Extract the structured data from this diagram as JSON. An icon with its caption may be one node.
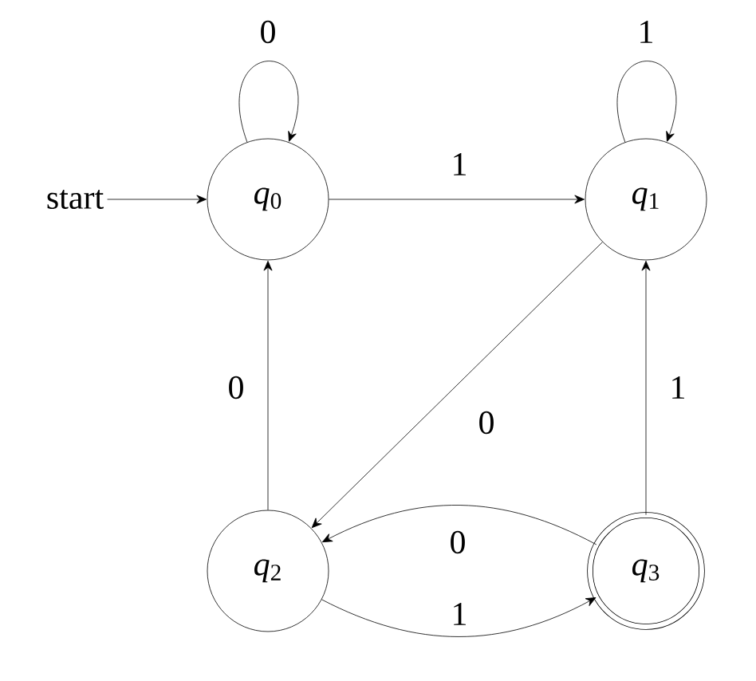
{
  "diagram": {
    "nodes": [
      {
        "text": [
          "start"
        ]
      },
      {
        "text": [
          "*q*$_{0}$"
        ]
      },
      {
        "text": [
          "*q*$_{1}$"
        ]
      },
      {
        "text": [
          "*q*$_{2}$"
        ]
      },
      {
        "text": [
          "*q*$_{3}$"
        ]
      }
    ],
    "edges": [
      {
        "from": 0,
        "to": 1,
        "arrow": "to"
      },
      {
        "from": 1,
        "to": 1,
        "arrow": "to",
        "label": "0"
      },
      {
        "from": 2,
        "to": 2,
        "arrow": "to",
        "label": "1"
      },
      {
        "from": 1,
        "to": 2,
        "arrow": "to",
        "label": "1"
      },
      {
        "from": 2,
        "to": 3,
        "arrow": "to",
        "label": "0"
      },
      {
        "from": 3,
        "to": 1,
        "arrow": "to",
        "label": "0"
      },
      {
        "from": 4,
        "to": 2,
        "arrow": "to",
        "label": "1"
      },
      {
        "from": 4,
        "to": 3,
        "arrow": "to",
        "label": "0"
      },
      {
        "from": 3,
        "to": 4,
        "arrow": "to",
        "label": "1"
      }
    ]
  }
}
